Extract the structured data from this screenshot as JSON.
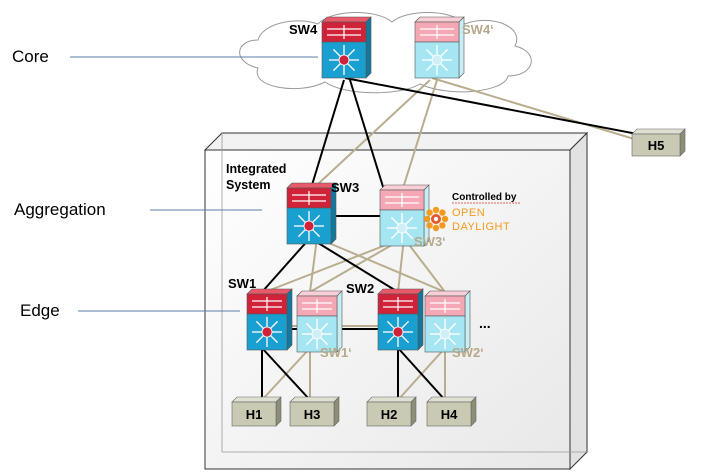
{
  "layers": {
    "core": "Core",
    "aggregation": "Aggregation",
    "edge": "Edge"
  },
  "switches": {
    "sw4": "SW4",
    "sw4_virtual": "SW4‘",
    "sw3": "SW3",
    "sw3_virtual": "SW3‘",
    "sw1": "SW1",
    "sw1_virtual": "SW1‘",
    "sw2": "SW2",
    "sw2_virtual": "SW2‘"
  },
  "hosts": {
    "h1": "H1",
    "h2": "H2",
    "h3": "H3",
    "h4": "H4",
    "h5": "H5"
  },
  "integrated_system": {
    "line1": "Integrated",
    "line2": "System"
  },
  "controller": {
    "caption": "Controlled by",
    "brand_line1": "OPEN",
    "brand_line2": "DAYLIGHT"
  },
  "more_indicator": "...",
  "colors": {
    "physical_link": "#000000",
    "virtual_link": "#b8ad8e",
    "switch_top_physical": "#d0233a",
    "switch_bottom_physical": "#1aa0d0",
    "switch_top_virtual": "#f4a8b6",
    "switch_bottom_virtual": "#a6e6f2",
    "host_fill": "#c9c9b4",
    "odl_orange": "#f39a1e"
  }
}
